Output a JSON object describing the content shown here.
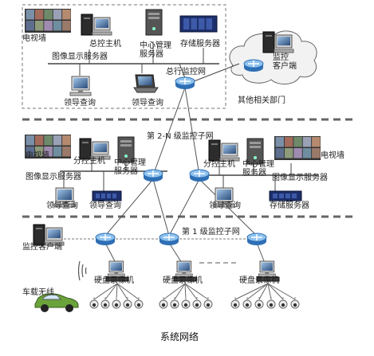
{
  "caption": "系统网络",
  "hq": {
    "tv_wall": "电视墙",
    "main_control_host": "总控主机",
    "center_mgmt_server": "中心管理\n服务器",
    "storage_server": "存储服务器",
    "image_display_server": "图像显示服务器",
    "leader_query_1": "领导查询",
    "leader_query_2": "领导查询",
    "hq_monitor_network": "总行监控网"
  },
  "other_dept": {
    "monitor_client": "监控\n客户端",
    "label": "其他相关部门"
  },
  "level2": {
    "title": "第 2-N 级监控子网",
    "left": {
      "tv_wall": "电视墙",
      "sub_host": "分控主机",
      "center_mgmt_server": "中心管理\n服务器",
      "image_display_server": "图像显示服务器",
      "leader_query_1": "领导查询",
      "leader_query_2": "领导查询"
    },
    "right": {
      "sub_host": "分控主机",
      "center_mgmt_server": "中心管理\n服务器",
      "tv_wall": "电视墙",
      "image_display_server": "图像显示服务器",
      "leader_query": "领导查询",
      "storage_server": "存储服务器"
    }
  },
  "level1": {
    "title": "第 1 级监控子网",
    "monitor_client": "监控客户端",
    "vehicle_wireless": "车载无线",
    "dvr_1": "硬盘录像机",
    "dvr_2": "硬盘录像机",
    "dvr_3": "硬盘录像机"
  },
  "colors": {
    "router_blue": "#2f6fb5",
    "router_light": "#8fc3ee",
    "line": "#555555",
    "dashed": "#666666",
    "car_green": "#6aa33a"
  }
}
